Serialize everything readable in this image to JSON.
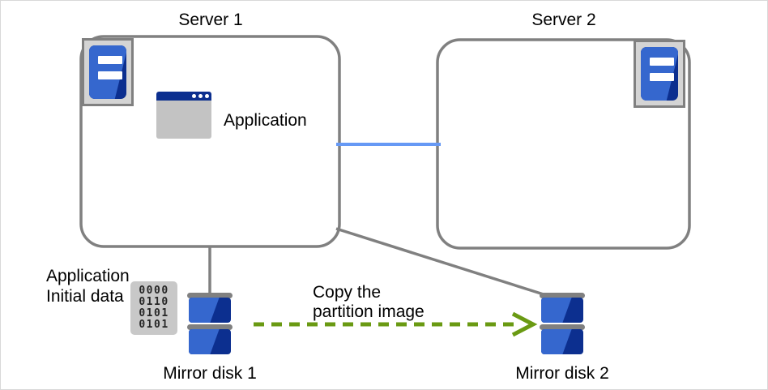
{
  "diagram": {
    "title_server1": "Server 1",
    "title_server2": "Server 2",
    "application_label": "Application",
    "initial_data_line1": "Application",
    "initial_data_line2": "Initial data",
    "binary_rows": [
      "0000",
      "0110",
      "0101",
      "0101"
    ],
    "copy_label_line1": "Copy the",
    "copy_label_line2": "partition image",
    "mirror_disk1_label": "Mirror disk 1",
    "mirror_disk2_label": "Mirror disk 2",
    "icons": {
      "server1": "server-icon",
      "server2": "server-icon",
      "application": "application-window-icon",
      "binary": "binary-data-icon",
      "disk1": "disk-stack-icon",
      "disk2": "disk-stack-icon",
      "copy_arrow": "dashed-arrow-icon"
    },
    "colors": {
      "box_border": "#808080",
      "interconnect_line": "#6699f5",
      "connector_line": "#808080",
      "copy_arrow": "#6a9a13",
      "icon_blue_dark": "#0c2f8f",
      "icon_blue_light": "#3567ce",
      "icon_gray": "#c3c3c3",
      "text": "#000000",
      "page_border": "#d9d9d9"
    }
  }
}
